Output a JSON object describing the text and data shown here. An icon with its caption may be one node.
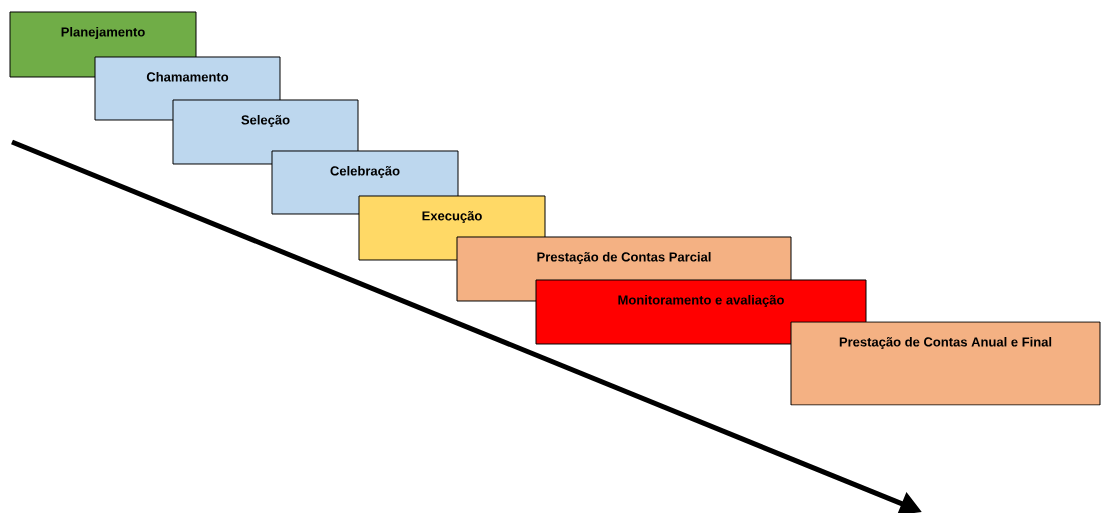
{
  "diagram": {
    "nodes": [
      {
        "text": [
          "Planejamento"
        ]
      },
      {
        "text": [
          "Chamamento"
        ]
      },
      {
        "text": [
          "Seleção"
        ]
      },
      {
        "text": [
          "Celebração"
        ]
      },
      {
        "text": [
          "Execução"
        ]
      },
      {
        "text": [
          "Prestação de Contas Parcial"
        ]
      },
      {
        "text": [
          "Monitoramento e avaliação"
        ]
      },
      {
        "text": [
          "Prestação de Contas Anual e Final"
        ]
      }
    ]
  }
}
